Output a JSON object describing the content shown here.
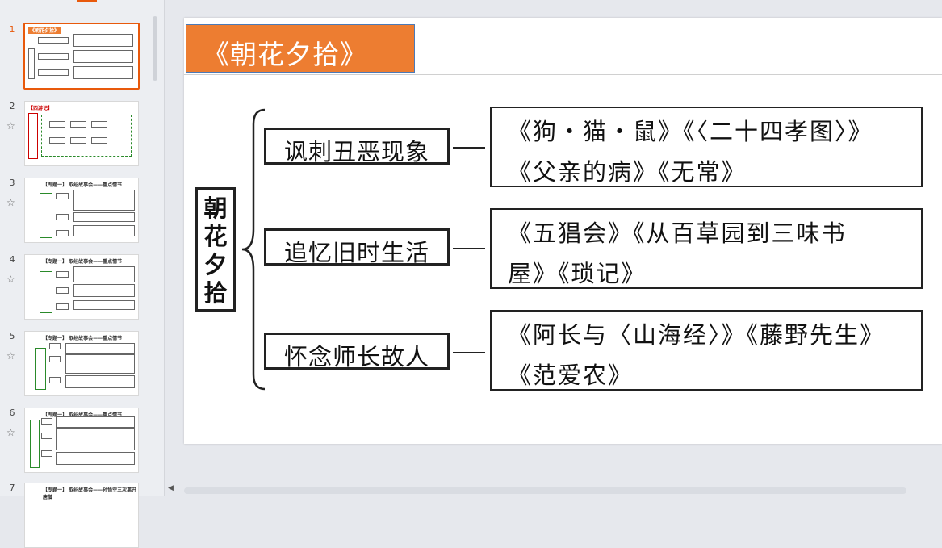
{
  "thumbnails": [
    {
      "number": "1",
      "active": true,
      "title": "《朝花夕拾》",
      "starred": false
    },
    {
      "number": "2",
      "active": false,
      "title": "【西游记】",
      "starred": true
    },
    {
      "number": "3",
      "active": false,
      "title": "【专题一】 取经故事会——重点情节",
      "starred": true
    },
    {
      "number": "4",
      "active": false,
      "title": "【专题一】 取经故事会——重点情节",
      "starred": true
    },
    {
      "number": "5",
      "active": false,
      "title": "【专题一】 取经故事会——重点情节",
      "starred": true
    },
    {
      "number": "6",
      "active": false,
      "title": "【专题一】 取经故事会——重点情节",
      "starred": true
    },
    {
      "number": "7",
      "active": false,
      "title": "【专题一】 取经故事会——孙悟空三次离开唐僧",
      "starred": false
    }
  ],
  "slide": {
    "title": "《朝花夕拾》",
    "root": "朝花夕拾",
    "categories": [
      {
        "label": "讽刺丑恶现象",
        "works_line1": "《狗・猫・鼠》《〈二十四孝图〉》",
        "works_line2": "《父亲的病》《无常》"
      },
      {
        "label": "追忆旧时生活",
        "works_line1": "《五猖会》《从百草园到三味书",
        "works_line2": "屋》《琐记》"
      },
      {
        "label": "怀念师长故人",
        "works_line1": "《阿长与〈山海经〉》《藤野先生》",
        "works_line2": "《范爱农》"
      }
    ]
  },
  "colors": {
    "accent": "#e8590c",
    "title_fill": "#ed7d31"
  }
}
